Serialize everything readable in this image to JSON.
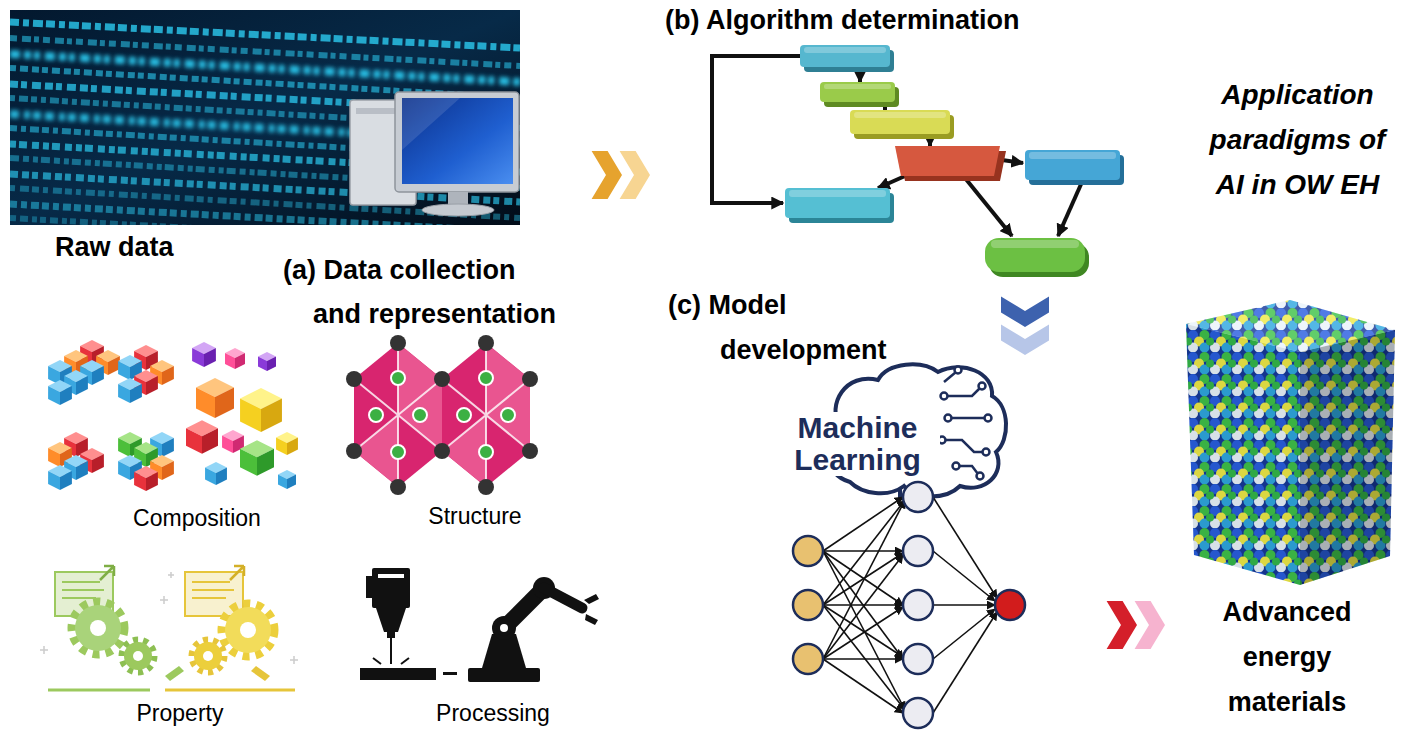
{
  "diagram": {
    "nodes": [
      {
        "text": [
          "Raw data"
        ]
      },
      {
        "text": [
          "(a) Data collection and representation"
        ]
      },
      {
        "text": [
          "Composition"
        ],
        "in": 1
      },
      {
        "text": [
          "Structure"
        ],
        "in": 1
      },
      {
        "text": [
          "Property"
        ],
        "in": 1
      },
      {
        "text": [
          "Processing"
        ],
        "in": 1
      },
      {
        "text": [
          "(b) Algorithm determination"
        ]
      },
      {
        "text": [
          "(c) Model development"
        ]
      },
      {
        "text": [
          "Advanced energy materials"
        ]
      }
    ],
    "edges": [
      {
        "from": 0,
        "to": 6,
        "arrow": "to"
      },
      {
        "from": 6,
        "to": 7,
        "arrow": "to"
      },
      {
        "from": 7,
        "to": 8,
        "arrow": "to"
      }
    ],
    "labels": [
      "Application paradigms of AI in OW EH",
      "Machine Learning"
    ]
  }
}
